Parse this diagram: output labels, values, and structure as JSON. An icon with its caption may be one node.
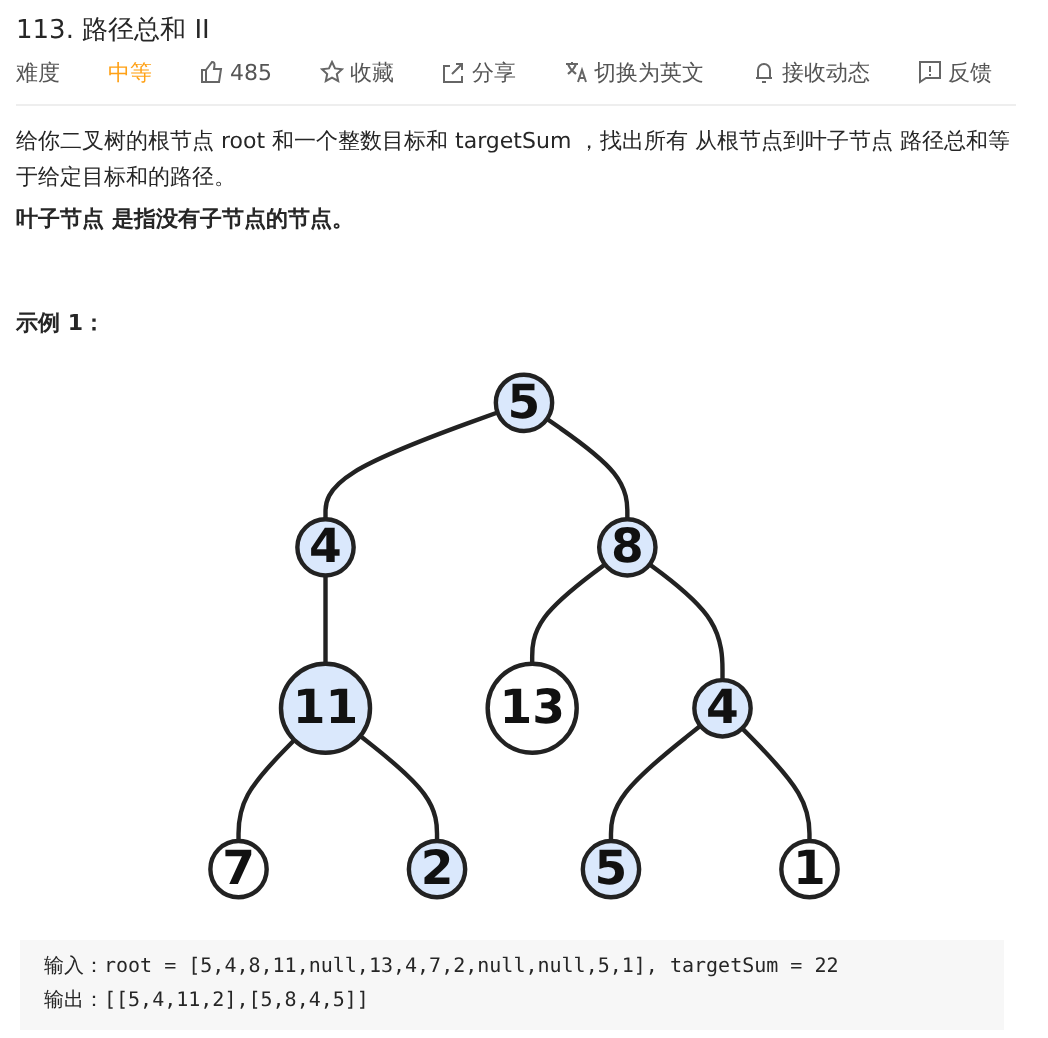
{
  "diagram": {
    "title": "113. 路径总和 II",
    "nodes": [
      {
        "text": [
          "5"
        ]
      },
      {
        "text": [
          "4"
        ]
      },
      {
        "text": [
          "8"
        ]
      },
      {
        "text": [
          "11"
        ]
      },
      {
        "text": [
          "13"
        ]
      },
      {
        "text": [
          "4"
        ]
      },
      {
        "text": [
          "7"
        ]
      },
      {
        "text": [
          "2"
        ]
      },
      {
        "text": [
          "5"
        ]
      },
      {
        "text": [
          "1"
        ]
      }
    ],
    "edges": [
      {
        "from": 0,
        "to": 1,
        "arrow": "none"
      },
      {
        "from": 0,
        "to": 2,
        "arrow": "none"
      },
      {
        "from": 1,
        "to": 3,
        "arrow": "none"
      },
      {
        "from": 2,
        "to": 4,
        "arrow": "none"
      },
      {
        "from": 2,
        "to": 5,
        "arrow": "none"
      },
      {
        "from": 3,
        "to": 6,
        "arrow": "none"
      },
      {
        "from": 3,
        "to": 7,
        "arrow": "none"
      },
      {
        "from": 5,
        "to": 8,
        "arrow": "none"
      },
      {
        "from": 5,
        "to": 9,
        "arrow": "none"
      }
    ],
    "labels": [
      "难度",
      "中等",
      "485",
      "收藏",
      "分享",
      "切换为英文",
      "接收动态",
      "反馈",
      "给你二叉树的根节点 root 和一个整数目标和 targetSum ，找出所有 从根节点到叶子节点 路径总和等于给定目标和的路径。",
      "叶子节点 是指没有子节点的节点。",
      "示例 1：",
      "输入：root = [5,4,8,11,null,13,4,7,2,null,null,5,1], targetSum = 22",
      "输出：[[5,4,11,2],[5,8,4,5]]"
    ]
  }
}
